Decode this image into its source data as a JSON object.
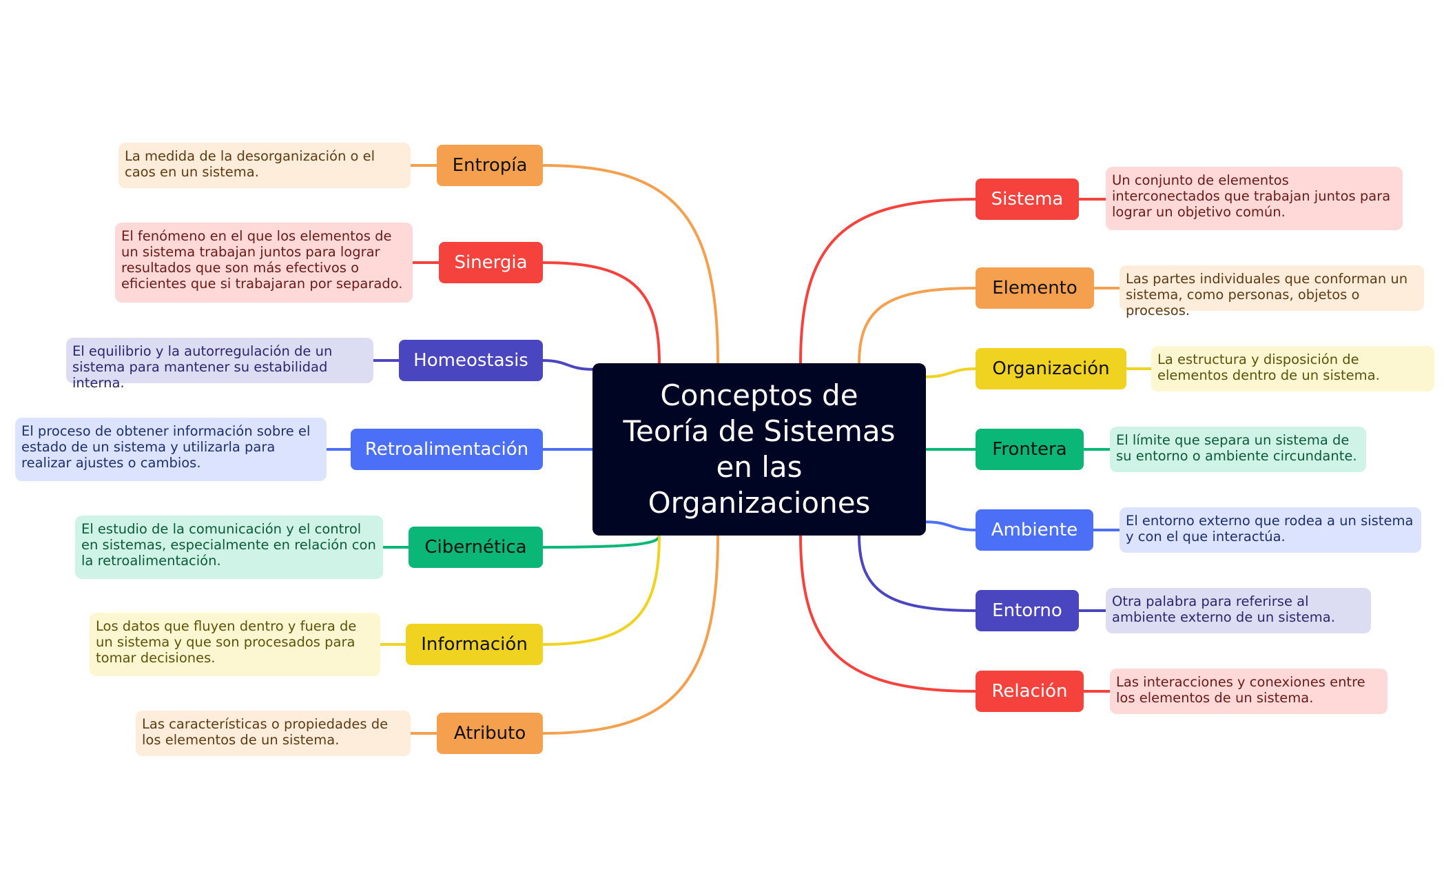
{
  "central": {
    "title": "Conceptos de\nTeoría de Sistemas\nen las\nOrganizaciones"
  },
  "colors": {
    "red": "#f5423d",
    "orange": "#f4a04e",
    "yellow": "#f0d320",
    "green": "#0ab776",
    "blue": "#4c6ff8",
    "indigo": "#4a46c0",
    "central_bg": "#000523"
  },
  "left": [
    {
      "label": "Entropía",
      "color": "orange",
      "description": "La medida de la desorganización o el caos en un sistema."
    },
    {
      "label": "Sinergia",
      "color": "red",
      "description": "El fenómeno en el que los elementos de un sistema trabajan juntos para lograr resultados que son más efectivos o eficientes que si trabajaran por separado."
    },
    {
      "label": "Homeostasis",
      "color": "indigo",
      "description": "El equilibrio y la autorregulación de un sistema para mantener su estabilidad interna."
    },
    {
      "label": "Retroalimentación",
      "color": "blue",
      "description": "El proceso de obtener información sobre el estado de un sistema y utilizarla para realizar ajustes o cambios."
    },
    {
      "label": "Cibernética",
      "color": "green",
      "description": "El estudio de la comunicación y el control en sistemas, especialmente en relación con la retroalimentación."
    },
    {
      "label": "Información",
      "color": "yellow",
      "description": "Los datos que fluyen dentro y fuera de un sistema y que son procesados para tomar decisiones."
    },
    {
      "label": "Atributo",
      "color": "orange",
      "description": "Las características o propiedades de los elementos de un sistema."
    }
  ],
  "right": [
    {
      "label": "Sistema",
      "color": "red",
      "description": "Un conjunto de elementos interconectados que trabajan juntos para lograr un objetivo común."
    },
    {
      "label": "Elemento",
      "color": "orange",
      "description": "Las partes individuales que conforman un sistema, como personas, objetos o procesos."
    },
    {
      "label": "Organización",
      "color": "yellow",
      "description": "La estructura y disposición de elementos dentro de un sistema."
    },
    {
      "label": "Frontera",
      "color": "green",
      "description": "El límite que separa un sistema de su entorno o ambiente circundante."
    },
    {
      "label": "Ambiente",
      "color": "blue",
      "description": "El entorno externo que rodea a un sistema y con el que interactúa."
    },
    {
      "label": "Entorno",
      "color": "indigo",
      "description": "Otra palabra para referirse al ambiente externo de un sistema."
    },
    {
      "label": "Relación",
      "color": "red",
      "description": "Las interacciones y conexiones entre los elementos de un sistema."
    }
  ]
}
